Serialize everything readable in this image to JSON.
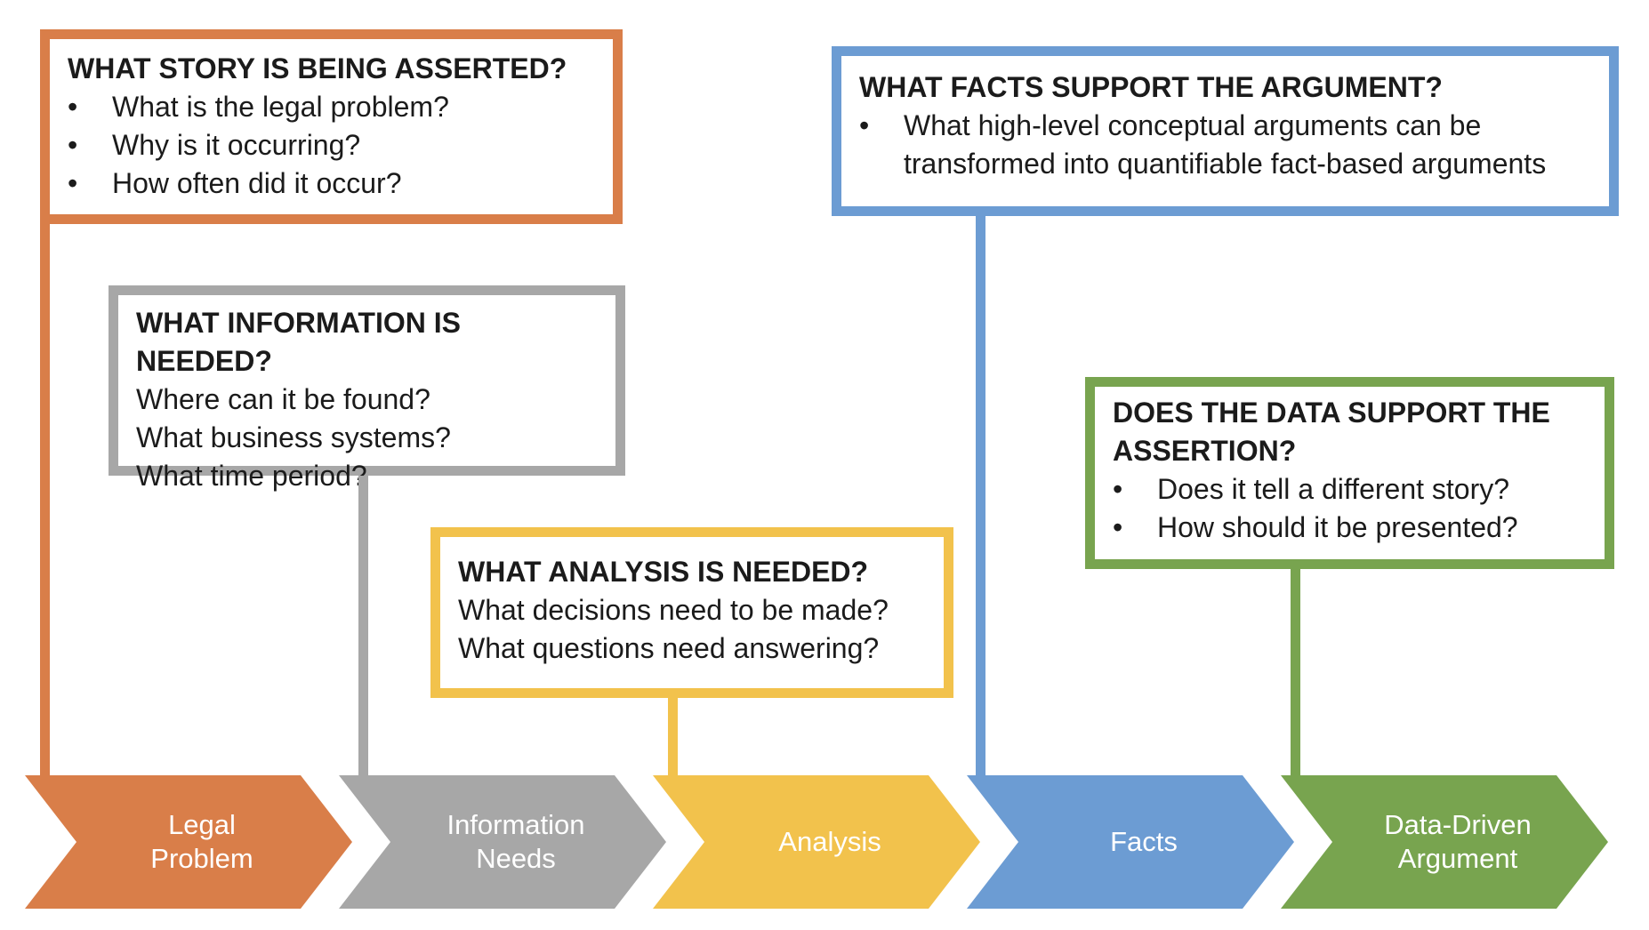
{
  "callouts": [
    {
      "id": "story",
      "title": "WHAT STORY IS BEING ASSERTED?",
      "bulleted": true,
      "bullet_char": "•",
      "items": [
        "What is the legal problem?",
        "Why is it occurring?",
        "How often did it occur?"
      ],
      "color": "#D97E49"
    },
    {
      "id": "information",
      "title": "WHAT INFORMATION IS NEEDED?",
      "bulleted": false,
      "items": [
        "Where can it be found?",
        "What business systems?",
        "What time period?"
      ],
      "color": "#A7A7A7"
    },
    {
      "id": "analysis",
      "title": "WHAT ANALYSIS IS NEEDED?",
      "bulleted": false,
      "items": [
        "What decisions need to be made?",
        "What questions need answering?"
      ],
      "color": "#F2C24C"
    },
    {
      "id": "facts",
      "title": "WHAT FACTS SUPPORT THE ARGUMENT?",
      "bulleted": true,
      "bullet_char": "•",
      "items": [
        "What high-level conceptual arguments can be transformed into quantifiable fact-based arguments"
      ],
      "color": "#6C9CD3"
    },
    {
      "id": "data-support",
      "title": "DOES THE DATA SUPPORT THE ASSERTION?",
      "bulleted": true,
      "bullet_char": "•",
      "items": [
        "Does it tell a different story?",
        "How should it be presented?"
      ],
      "color": "#78A44F"
    }
  ],
  "steps": [
    {
      "label": "Legal\nProblem",
      "color": "#D97E49"
    },
    {
      "label": "Information\nNeeds",
      "color": "#A7A7A7"
    },
    {
      "label": "Analysis",
      "color": "#F2C24C"
    },
    {
      "label": "Facts",
      "color": "#6C9CD3"
    },
    {
      "label": "Data-Driven\nArgument",
      "color": "#78A44F"
    }
  ]
}
